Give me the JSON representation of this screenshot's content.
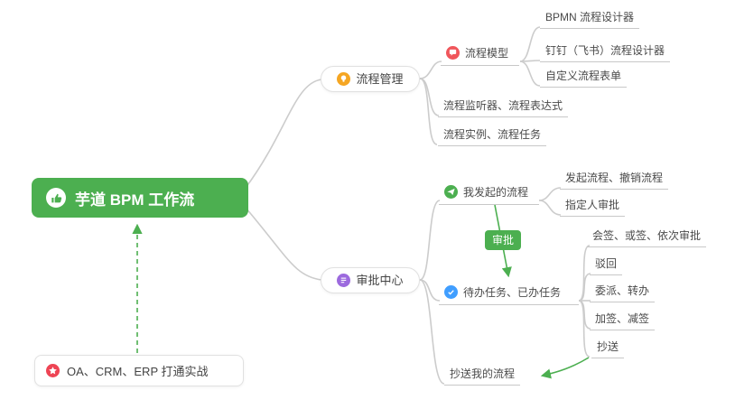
{
  "colors": {
    "root_bg": "#4caf50",
    "connector": "#cccccc",
    "relation": "#4caf50",
    "icon_orange": "#f5a623",
    "icon_red": "#f0565b",
    "icon_purple": "#9c6ade",
    "icon_green": "#4caf50",
    "icon_blue": "#409eff",
    "icon_star_red": "#ee4454"
  },
  "nodes": {
    "root": {
      "label": "芋道 BPM 工作流"
    },
    "process_management": {
      "label": "流程管理"
    },
    "process_model": {
      "label": "流程模型"
    },
    "bpmn_designer": {
      "label": "BPMN 流程设计器"
    },
    "dingtalk_designer": {
      "label": "钉钉（飞书）流程设计器"
    },
    "custom_form": {
      "label": "自定义流程表单"
    },
    "listener_expression": {
      "label": "流程监听器、流程表达式"
    },
    "instance_task": {
      "label": "流程实例、流程任务"
    },
    "approval_center": {
      "label": "审批中心"
    },
    "my_initiated": {
      "label": "我发起的流程"
    },
    "initiate_cancel": {
      "label": "发起流程、撤销流程"
    },
    "assigned_approval": {
      "label": "指定人审批"
    },
    "todo_done": {
      "label": "待办任务、已办任务"
    },
    "countersign": {
      "label": "会签、或签、依次审批"
    },
    "reject": {
      "label": "驳回"
    },
    "delegate_transfer": {
      "label": "委派、转办"
    },
    "add_remove_sign": {
      "label": "加签、减签"
    },
    "cc": {
      "label": "抄送"
    },
    "cc_my_process": {
      "label": "抄送我的流程"
    },
    "practice": {
      "label": "OA、CRM、ERP 打通实战"
    },
    "approval_relation": {
      "label": "审批"
    }
  }
}
